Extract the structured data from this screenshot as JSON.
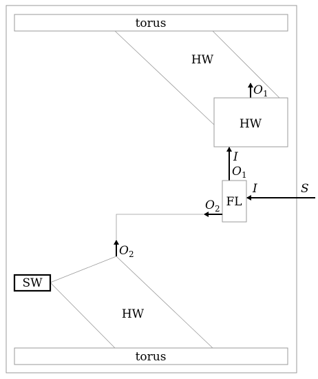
{
  "labels": {
    "torus_top": "torus",
    "torus_bottom": "torus",
    "hw_top_region": "HW",
    "hw_box": "HW",
    "hw_bottom_region": "HW",
    "fl_box": "FL",
    "sw_box": "SW"
  },
  "ports": {
    "o1_upper": {
      "base": "O",
      "sub": "1"
    },
    "i_upper": {
      "base": "I"
    },
    "o1_lower": {
      "base": "O",
      "sub": "1"
    },
    "i_right": {
      "base": "I"
    },
    "s": {
      "base": "S"
    },
    "o2_left": {
      "base": "O",
      "sub": "2"
    },
    "o2_lower": {
      "base": "O",
      "sub": "2"
    }
  }
}
